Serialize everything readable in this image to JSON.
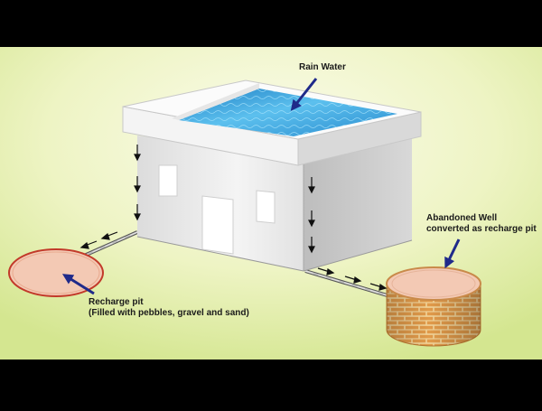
{
  "labels": {
    "rain_water": "Rain Water",
    "well_line1": "Abandoned Well",
    "well_line2": "converted as recharge pit",
    "pit_line1": "Recharge pit",
    "pit_line2": "(Filled with pebbles, gravel and sand)"
  },
  "colors": {
    "background_center": "#f9fbe6",
    "background_edge": "#d4e690",
    "wall_light": "#ebebeb",
    "wall_shade": "#c9c9c9",
    "roof_rim": "#f2f2f2",
    "water": "#3aa0d8",
    "pit_fill": "#f3c9b4",
    "pit_border": "#c23a2a",
    "brick": "#e19a4a",
    "mortar": "#f2d49a",
    "pointer_arrow": "#1f2a8a",
    "flow_arrow": "#111111"
  }
}
